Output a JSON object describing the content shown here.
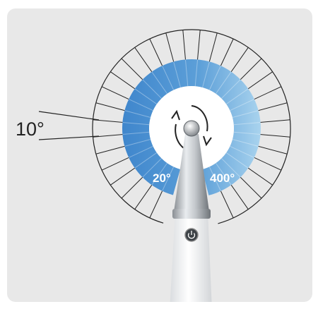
{
  "labels": {
    "step_angle": "10°",
    "min_angle": "20°",
    "max_angle": "400°"
  },
  "graphic": {
    "spokes": 36,
    "colors": {
      "panel_bg": "#e8e8e8",
      "ring_stroke": "#222222",
      "fill_dark": "#3f86cc",
      "fill_light": "#a9d3ee",
      "label_text": "#ffffff",
      "step_text": "#222222"
    },
    "icons": [
      "rotation-arrows-icon",
      "power-button-icon"
    ]
  }
}
